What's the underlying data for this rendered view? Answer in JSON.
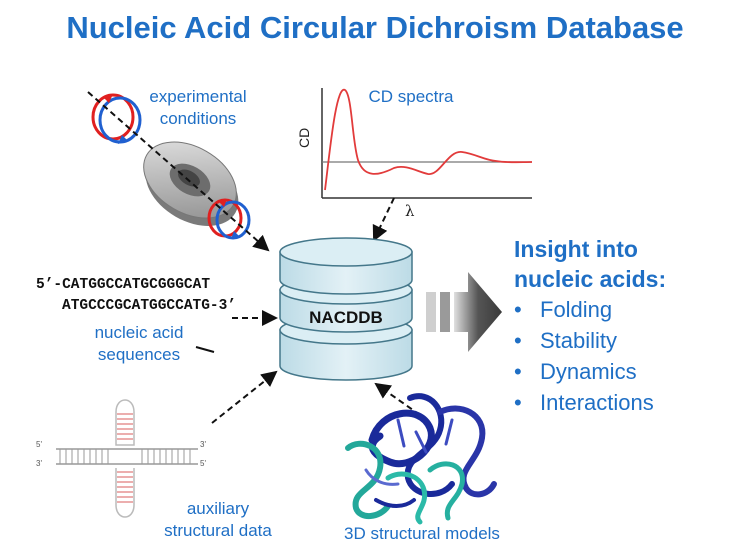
{
  "title": "Nucleic Acid Circular Dichroism Database",
  "experimental_label_line1": "experimental",
  "experimental_label_line2": "conditions",
  "cd_label": "CD spectra",
  "cd_axis_y": "CD",
  "cd_axis_x": "λ",
  "sequence_line1": "5’-CATGGCCATGCGGGCAT",
  "sequence_line2": "ATGCCCGCATGGCCATG-3’",
  "sequences_label_line1": "nucleic acid",
  "sequences_label_line2": "sequences",
  "database_label": "NACDDB",
  "auxiliary_label_line1": "auxiliary",
  "auxiliary_label_line2": "structural data",
  "models_label": "3D structural models",
  "insight_title_line1": "Insight into",
  "insight_title_line2": "nucleic acids:",
  "insights": [
    "Folding",
    "Stability",
    "Dynamics",
    "Interactions"
  ],
  "hairpin_labels": {
    "top_left": "5'",
    "top_right": "3'",
    "bottom_left": "3'",
    "bottom_right": "5'"
  },
  "colors": {
    "accent_blue": "#1f6fc5",
    "db_fill": "#cfe6ee",
    "db_stroke": "#44778a",
    "spectrum_red": "#e23b3b",
    "polarization_red": "#e02020",
    "polarization_blue": "#2060d0"
  },
  "icons": [
    "circular-polarization-icon",
    "polarizer-disc-icon",
    "database-cylinder-icon",
    "arrow-right-icon",
    "hairpin-structure-icon",
    "protein-dna-model-icon"
  ]
}
